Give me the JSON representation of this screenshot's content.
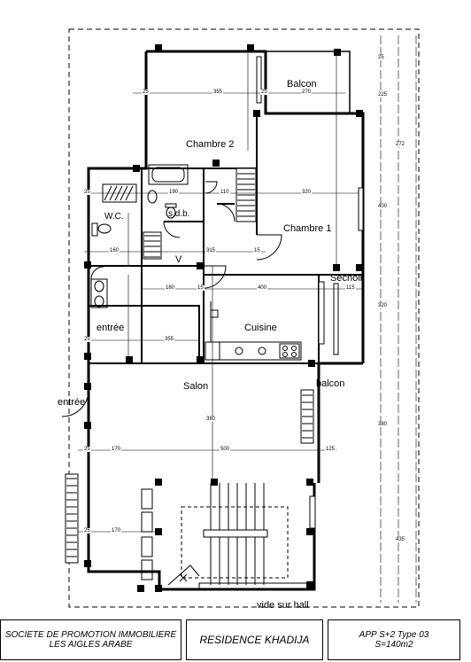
{
  "rooms": {
    "balcon_top": "Balcon",
    "chambre2": "Chambre 2",
    "chambre1": "Chambre 1",
    "wc": "W.C.",
    "sdb": "s.d.b.",
    "v": "V",
    "sechoir": "Sechoir",
    "cuisine": "Cuisine",
    "entree_inner": "entrée",
    "entree_outer": "entrée",
    "salon": "Salon",
    "balcon_right": "balcon",
    "vide": "vide sur hall"
  },
  "dimensions": {
    "d_25a": "25",
    "d_355a": "355",
    "d_25b": "25",
    "d_270": "270",
    "d_25c": "25",
    "d_190": "190",
    "d_110": "110",
    "d_320": "320",
    "d_160": "160",
    "d_315": "315",
    "d_15a": "15",
    "d_180": "180",
    "d_15b": "15",
    "d_400": "400",
    "d_115": "115",
    "d_25d": "25",
    "d_355b": "355",
    "d_25e": "25",
    "d_170a": "170",
    "d_500": "500",
    "d_125": "125",
    "d_25f": "25",
    "d_170b": "170",
    "d_380": "380",
    "v_25": "25",
    "v_225": "225",
    "v_272": "272",
    "v_400": "400",
    "v_380": "380",
    "v_320": "320",
    "v_435": "435"
  },
  "title_block": {
    "company_line1": "SOCIETE DE PROMOTION IMMOBILIERE",
    "company_line2": "LES AIGLES ARABE",
    "project": "RESIDENCE KHADIJA",
    "type_line1": "APP S+2   Type 03",
    "type_line2": "S=140m2"
  }
}
